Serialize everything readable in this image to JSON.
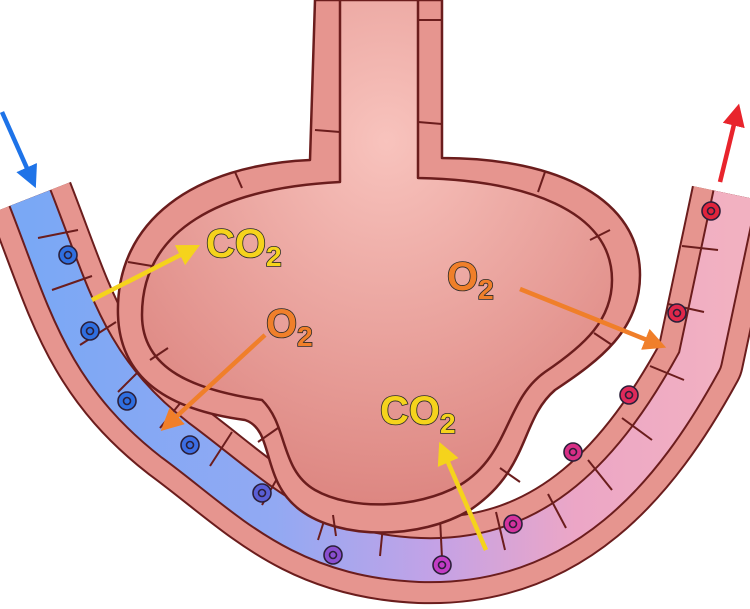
{
  "labels": {
    "co2_top": {
      "text": "CO",
      "sub": "2"
    },
    "o2_left": {
      "text": "O",
      "sub": "2"
    },
    "o2_right": {
      "text": "O",
      "sub": "2"
    },
    "co2_bottom": {
      "text": "CO",
      "sub": "2"
    }
  },
  "colors": {
    "co2": "#f5d31c",
    "o2": "#f07f2a",
    "tissue": "#e6958f",
    "tissue_light": "#f6bdb6",
    "outline": "#6b1d1d",
    "vessel_deoxy": "#7aa8f5",
    "vessel_mid": "#b39ae6",
    "vessel_oxy": "#f0a7c0",
    "inflow_arrow": "#1e73e8",
    "outflow_arrow": "#e8242c"
  },
  "icons": {
    "inflow": "arrow-down-icon",
    "outflow": "arrow-up-icon"
  }
}
